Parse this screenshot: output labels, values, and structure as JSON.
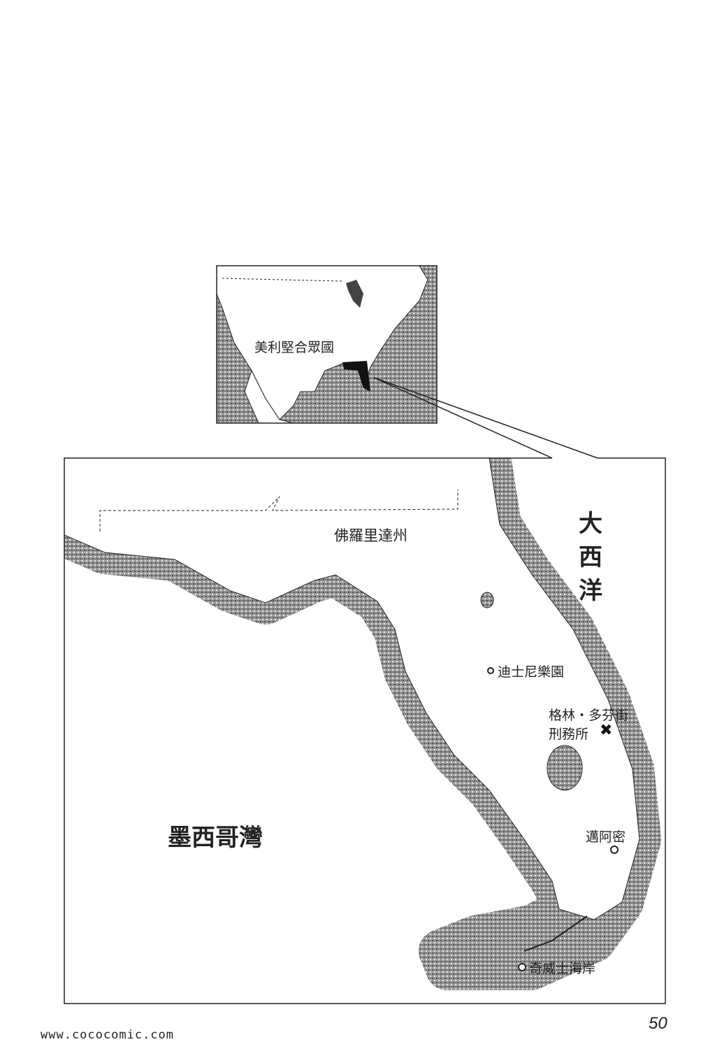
{
  "inset_map": {
    "country_label": "美利堅合眾國"
  },
  "main_map": {
    "state_label": "佛羅里達州",
    "ocean_label": "大西洋",
    "gulf_label": "墨西哥灣",
    "places": [
      {
        "name": "迪士尼樂園",
        "marker": "circle"
      },
      {
        "name_line1": "格林・多芬街",
        "name_line2": "刑務所",
        "marker": "x"
      },
      {
        "name": "邁阿密",
        "marker": "circle"
      },
      {
        "name": "奇威士海岸",
        "marker": "circle"
      }
    ]
  },
  "page_number": "50",
  "watermark": "www.cococomic.com",
  "colors": {
    "ink": "#222222",
    "sea_stipple": "#8a8a8a",
    "paper": "#ffffff"
  }
}
